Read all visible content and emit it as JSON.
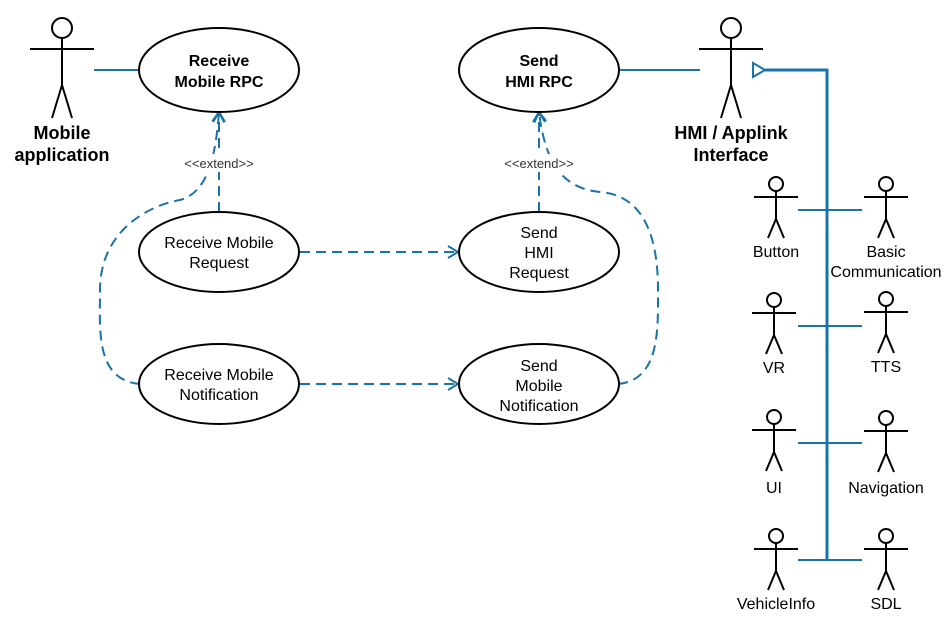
{
  "colors": {
    "connector": "#1a73a8",
    "outline": "#000000",
    "background": "#ffffff"
  },
  "use_cases": {
    "receive_mobile_rpc": [
      "Receive",
      "Mobile RPC"
    ],
    "send_hmi_rpc": [
      "Send",
      "HMI RPC"
    ],
    "receive_mobile_request": [
      "Receive Mobile",
      "Request"
    ],
    "send_hmi_request": [
      "Send",
      "HMI",
      "Request"
    ],
    "receive_mobile_notification": [
      "Receive Mobile",
      "Notification"
    ],
    "send_mobile_notification": [
      "Send",
      "Mobile",
      "Notification"
    ]
  },
  "actors": {
    "mobile_application": [
      "Mobile",
      "application"
    ],
    "hmi_applink_interface": [
      "HMI / Applink",
      "Interface"
    ],
    "button": "Button",
    "basic_communication": [
      "Basic",
      "Communication"
    ],
    "vr": "VR",
    "tts": "TTS",
    "ui": "UI",
    "navigation": "Navigation",
    "vehicleinfo": "VehicleInfo",
    "sdl": "SDL"
  },
  "stereotypes": {
    "extend_left": "<<extend>>",
    "extend_right": "<<extend>>"
  }
}
